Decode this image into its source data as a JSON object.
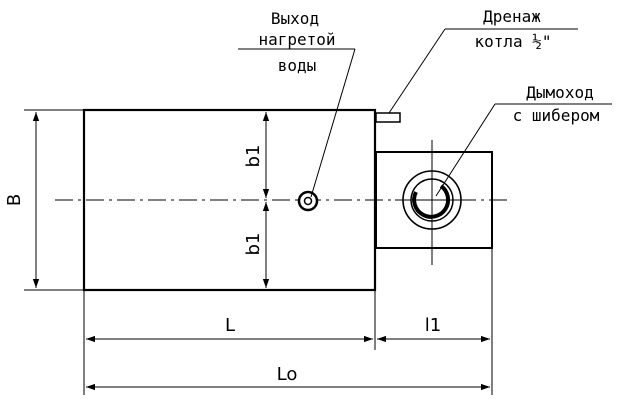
{
  "labels": {
    "hot_water_line1": "Выход",
    "hot_water_line2": "нагретой",
    "hot_water_line3": "воды",
    "drain_line1": "Дренаж",
    "drain_line2": "котла ½\"",
    "chimney_line1": "Дымоход",
    "chimney_line2": "с шибером"
  },
  "dimensions": {
    "height": "B",
    "half_upper": "b1",
    "half_lower": "b1",
    "length": "L",
    "flue_length": "l1",
    "overall_length": "Lo"
  },
  "colors": {
    "line": "#000000",
    "background": "#ffffff"
  }
}
